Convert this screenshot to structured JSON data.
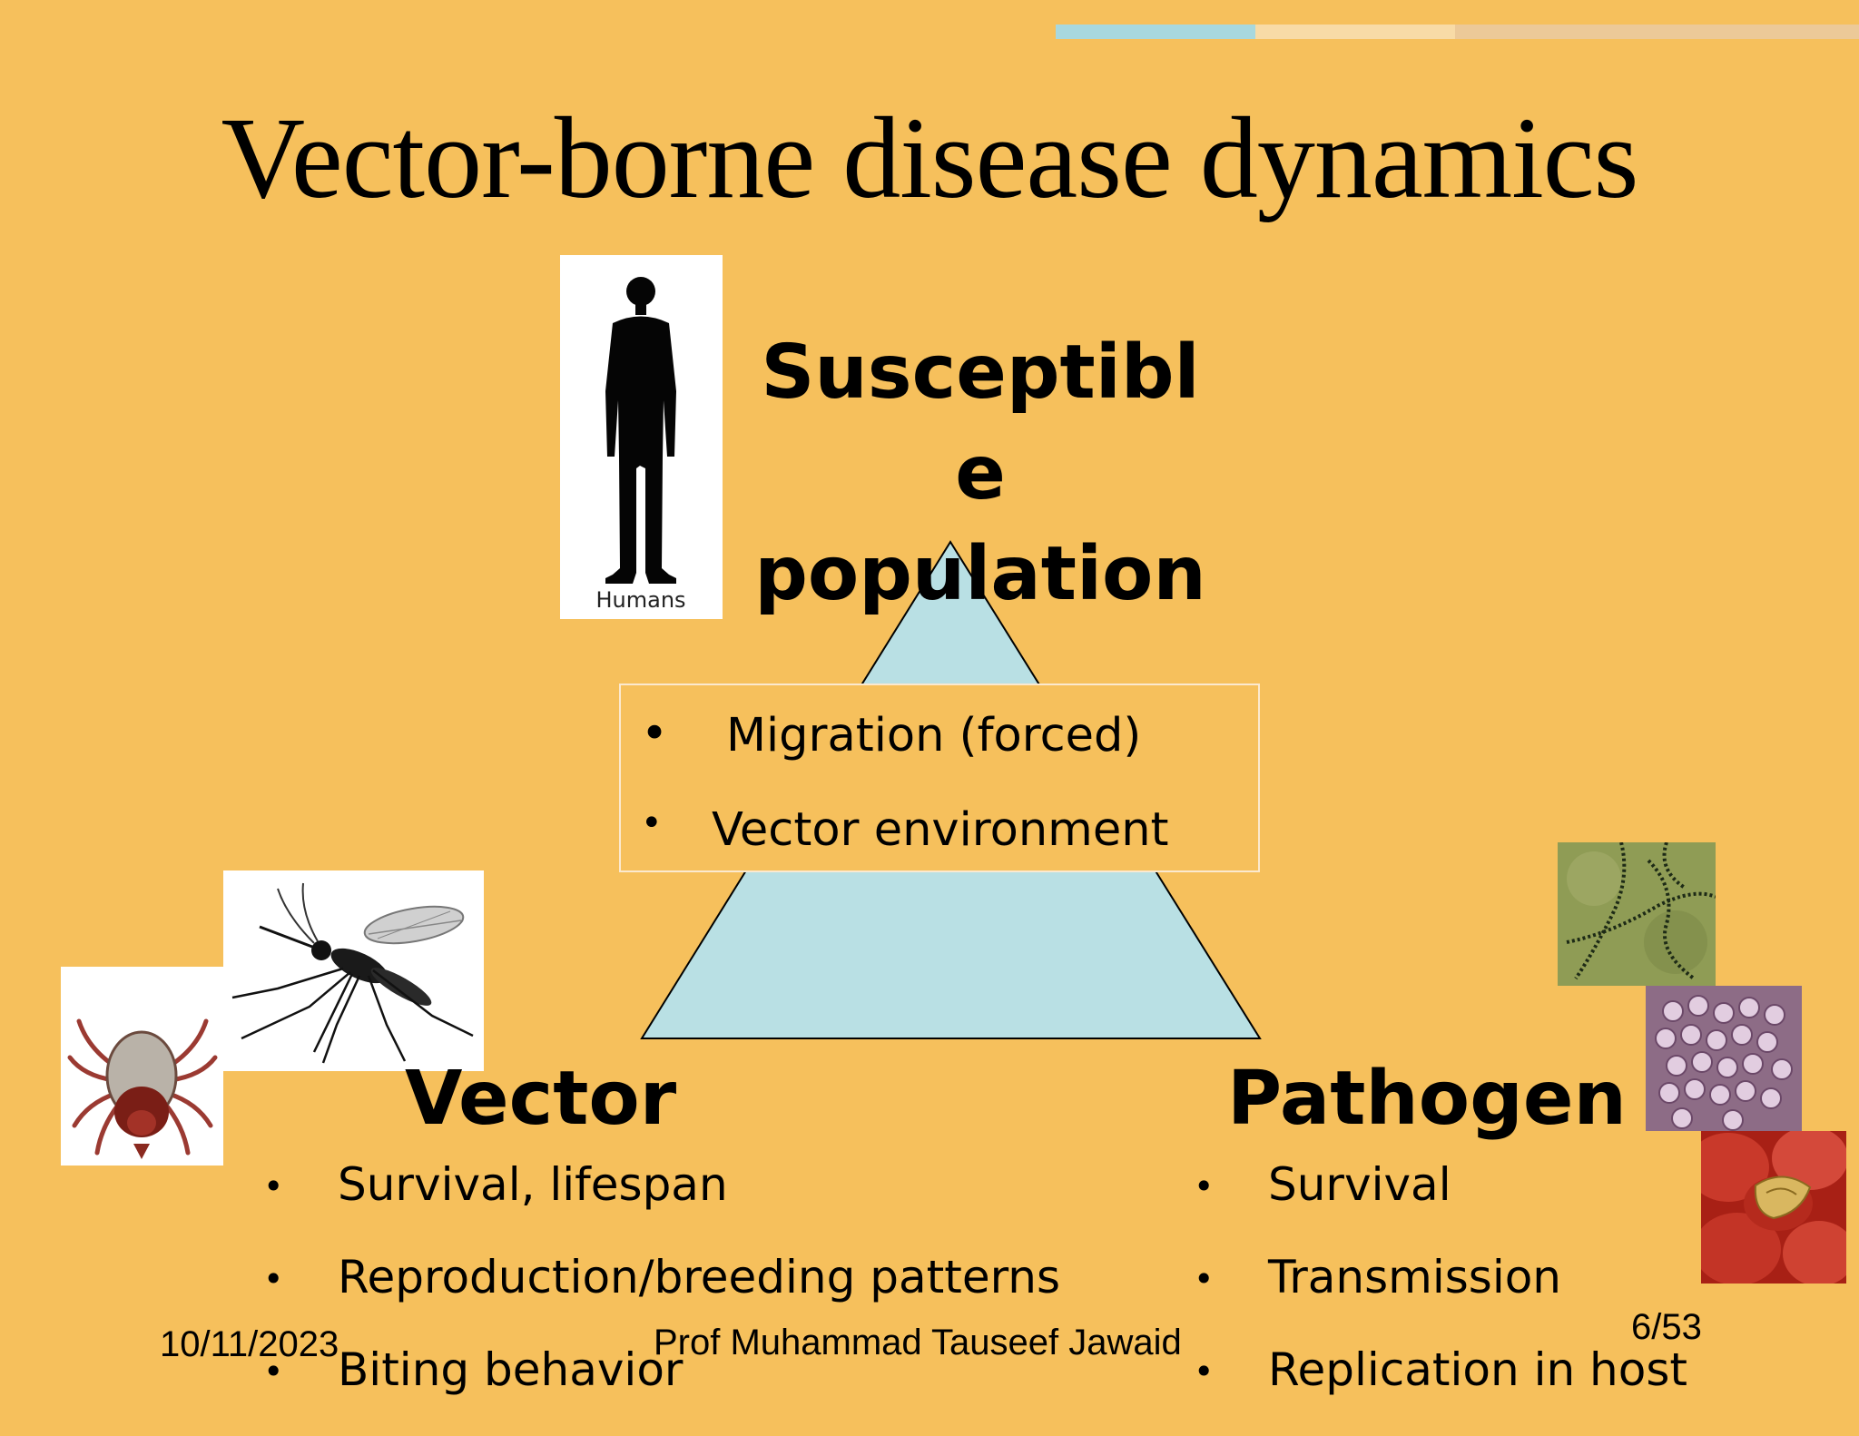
{
  "slide": {
    "title": "Vector-borne disease dynamics",
    "susceptible_label_lines": [
      "Susceptibl",
      "e",
      "population"
    ],
    "human_image_caption": "Humans",
    "center_box_items": [
      "Migration (forced)",
      "Vector environment"
    ],
    "vector": {
      "heading": "Vector",
      "bullets": [
        "Survival, lifespan",
        "Reproduction/breeding patterns",
        "Biting behavior"
      ]
    },
    "pathogen": {
      "heading": "Pathogen",
      "bullets": [
        "Survival",
        "Transmission",
        "Replication in host"
      ]
    },
    "bullet_symbol": "•"
  },
  "footer": {
    "date": "10/11/2023",
    "author": "Prof Muhammad Tauseef Jawaid",
    "page": "6/53"
  },
  "colors": {
    "background": "#f6c05c",
    "triangle_fill": "#b9e0e4",
    "accent_bars": [
      "#a8d8de",
      "#f8dba6",
      "#ecc998"
    ]
  },
  "icons": {
    "bullet": "bullet-icon",
    "human": "human-silhouette",
    "mosquito": "mosquito",
    "tick": "tick",
    "pathogens": [
      "bacteria-micrograph",
      "virus-micrograph",
      "parasite-in-red-blood-cells-micrograph"
    ]
  }
}
